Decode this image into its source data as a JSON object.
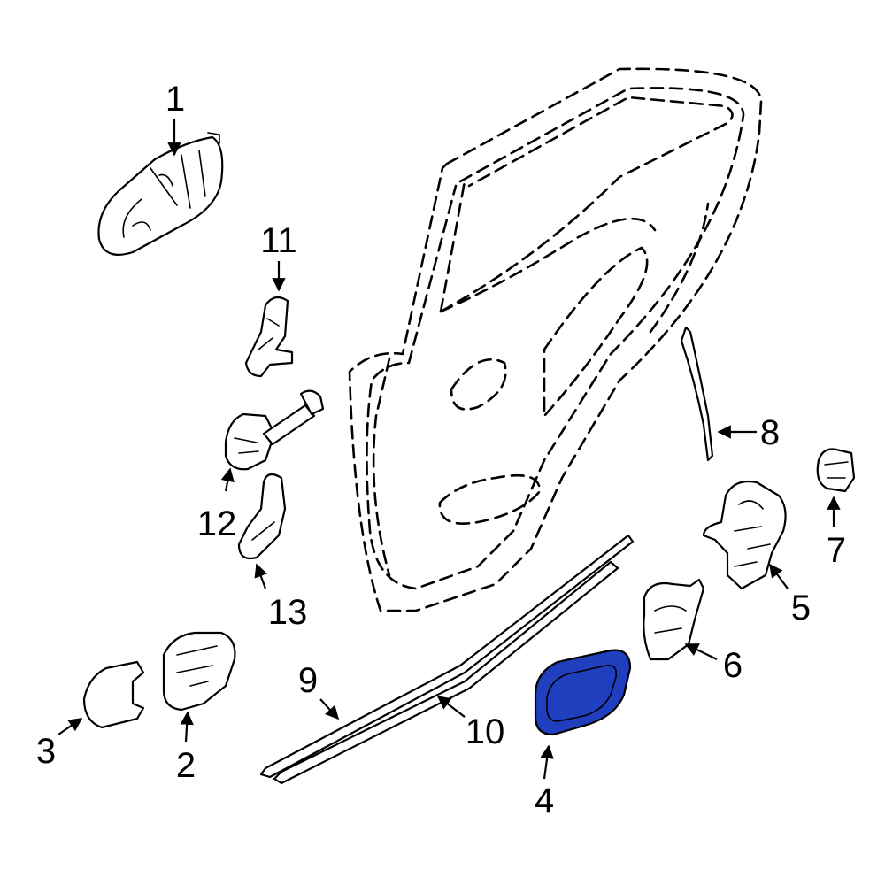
{
  "diagram": {
    "highlight_color": "#1f3fbf",
    "highlighted_part": "4",
    "callouts": [
      {
        "key": "c1",
        "label": "1"
      },
      {
        "key": "c2",
        "label": "2"
      },
      {
        "key": "c3",
        "label": "3"
      },
      {
        "key": "c4",
        "label": "4"
      },
      {
        "key": "c5",
        "label": "5"
      },
      {
        "key": "c6",
        "label": "6"
      },
      {
        "key": "c7",
        "label": "7"
      },
      {
        "key": "c8",
        "label": "8"
      },
      {
        "key": "c9",
        "label": "9"
      },
      {
        "key": "c10",
        "label": "10"
      },
      {
        "key": "c11",
        "label": "11"
      },
      {
        "key": "c12",
        "label": "12"
      },
      {
        "key": "c13",
        "label": "13"
      }
    ]
  }
}
